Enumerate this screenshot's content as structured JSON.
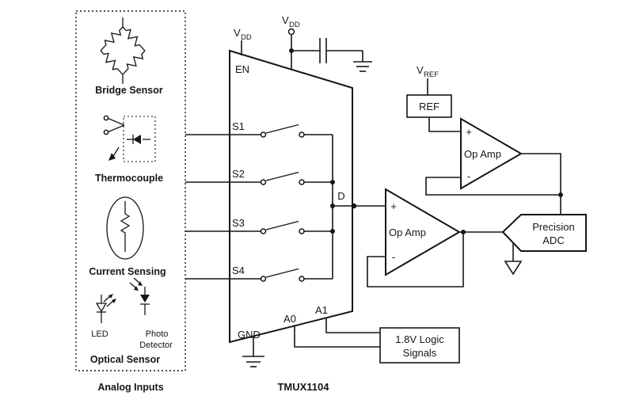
{
  "diagram": {
    "part_number": "TMUX1104",
    "analog_inputs": {
      "panel_label": "Analog Inputs",
      "bridge_label": "Bridge Sensor",
      "thermocouple_label": "Thermocouple",
      "current_label": "Current Sensing",
      "optical_label": "Optical Sensor",
      "led_label": "LED",
      "photo_label_line1": "Photo",
      "photo_label_line2": "Detector"
    },
    "mux": {
      "pin_en": "EN",
      "pin_s1": "S1",
      "pin_s2": "S2",
      "pin_s3": "S3",
      "pin_s4": "S4",
      "pin_d": "D",
      "pin_gnd": "GND",
      "pin_a0": "A0",
      "pin_a1": "A1"
    },
    "supplies": {
      "v": "V",
      "vdd_sub": "DD",
      "vref_sub": "REF"
    },
    "signal_chain": {
      "ref_label": "REF",
      "op_amp_label": "Op Amp",
      "plus": "+",
      "minus": "-",
      "adc_label_line1": "Precision",
      "adc_label_line2": "ADC",
      "logic_label_line1": "1.8V Logic",
      "logic_label_line2": "Signals"
    }
  }
}
